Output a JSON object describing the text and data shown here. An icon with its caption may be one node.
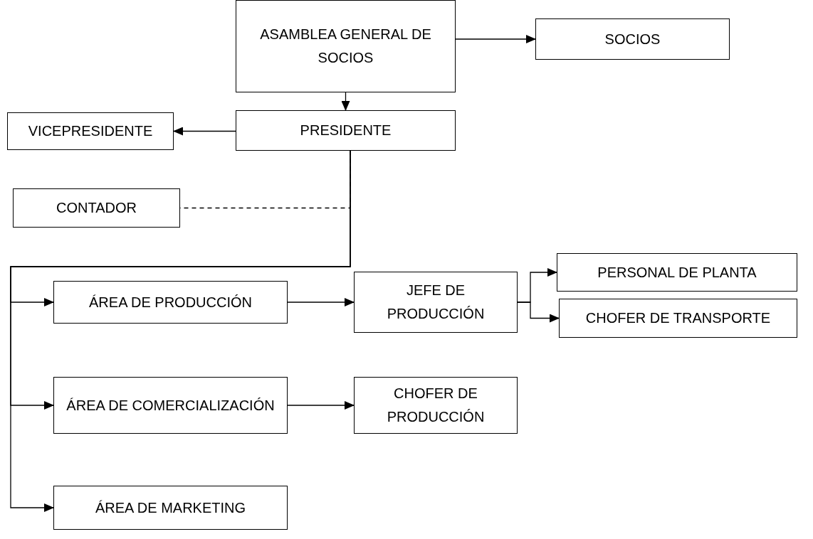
{
  "diagram": {
    "nodes": [
      {
        "text": [
          "ASAMBLEA GENERAL DE SOCIOS"
        ]
      },
      {
        "text": [
          "SOCIOS"
        ]
      },
      {
        "text": [
          "PRESIDENTE"
        ]
      },
      {
        "text": [
          "VICEPRESIDENTE"
        ]
      },
      {
        "text": [
          "CONTADOR"
        ]
      },
      {
        "text": [
          "ÁREA DE PRODUCCIÓN"
        ]
      },
      {
        "text": [
          "JEFE DE PRODUCCIÓN"
        ]
      },
      {
        "text": [
          "PERSONAL DE PLANTA"
        ]
      },
      {
        "text": [
          "CHOFER DE TRANSPORTE"
        ]
      },
      {
        "text": [
          "ÁREA DE COMERCIALIZACIÓN"
        ]
      },
      {
        "text": [
          "CHOFER DE PRODUCCIÓN"
        ]
      },
      {
        "text": [
          "ÁREA DE MARKETING"
        ]
      }
    ],
    "edges": [
      {
        "from": 0,
        "to": 1,
        "arrow": "to"
      },
      {
        "from": 0,
        "to": 2,
        "arrow": "to"
      },
      {
        "from": 2,
        "to": 3,
        "arrow": "to"
      },
      {
        "from": 2,
        "to": 4,
        "arrow": "none",
        "style": "dashed"
      },
      {
        "from": 2,
        "to": 5,
        "arrow": "to"
      },
      {
        "from": 2,
        "to": 9,
        "arrow": "to"
      },
      {
        "from": 2,
        "to": 11,
        "arrow": "to"
      },
      {
        "from": 5,
        "to": 6,
        "arrow": "to"
      },
      {
        "from": 6,
        "to": 7,
        "arrow": "to"
      },
      {
        "from": 6,
        "to": 8,
        "arrow": "to"
      },
      {
        "from": 9,
        "to": 10,
        "arrow": "to"
      }
    ]
  }
}
